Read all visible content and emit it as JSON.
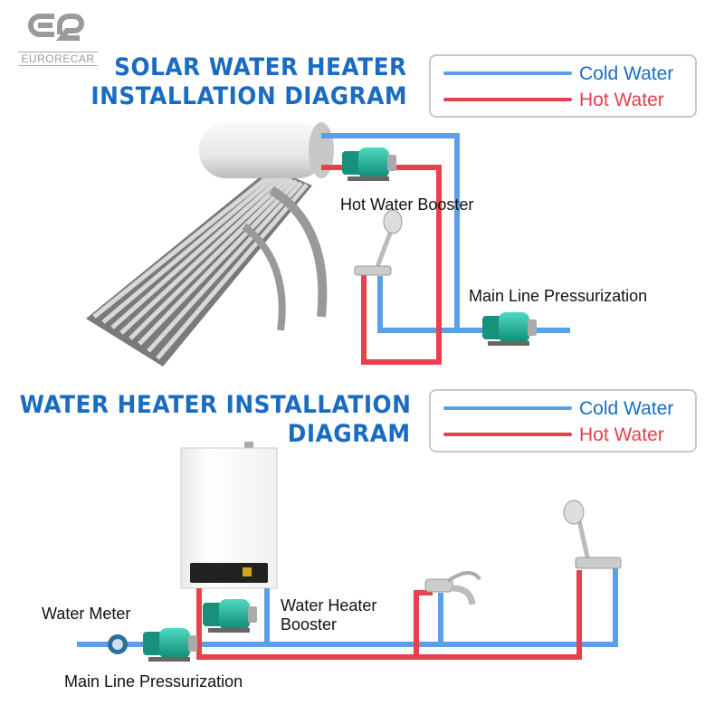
{
  "logo": {
    "mark": "ER",
    "name": "EURORECAR"
  },
  "colors": {
    "title": "#1a6cc2",
    "cold": "#5b9fe8",
    "hot": "#e8404c",
    "pump": "#1fb39b"
  },
  "solar_section": {
    "title_line1": "SOLAR WATER HEATER",
    "title_line2": "INSTALLATION DIAGRAM",
    "legend": {
      "cold": "Cold Water",
      "hot": "Hot Water"
    },
    "labels": {
      "booster": "Hot Water Booster",
      "main": "Main Line Pressurization"
    }
  },
  "heater_section": {
    "title_line1": "WATER HEATER INSTALLATION",
    "title_line2": "DIAGRAM",
    "legend": {
      "cold": "Cold Water",
      "hot": "Hot Water"
    },
    "labels": {
      "meter": "Water Meter",
      "booster_line1": "Water Heater",
      "booster_line2": "Booster",
      "main": "Main Line Pressurization"
    }
  }
}
